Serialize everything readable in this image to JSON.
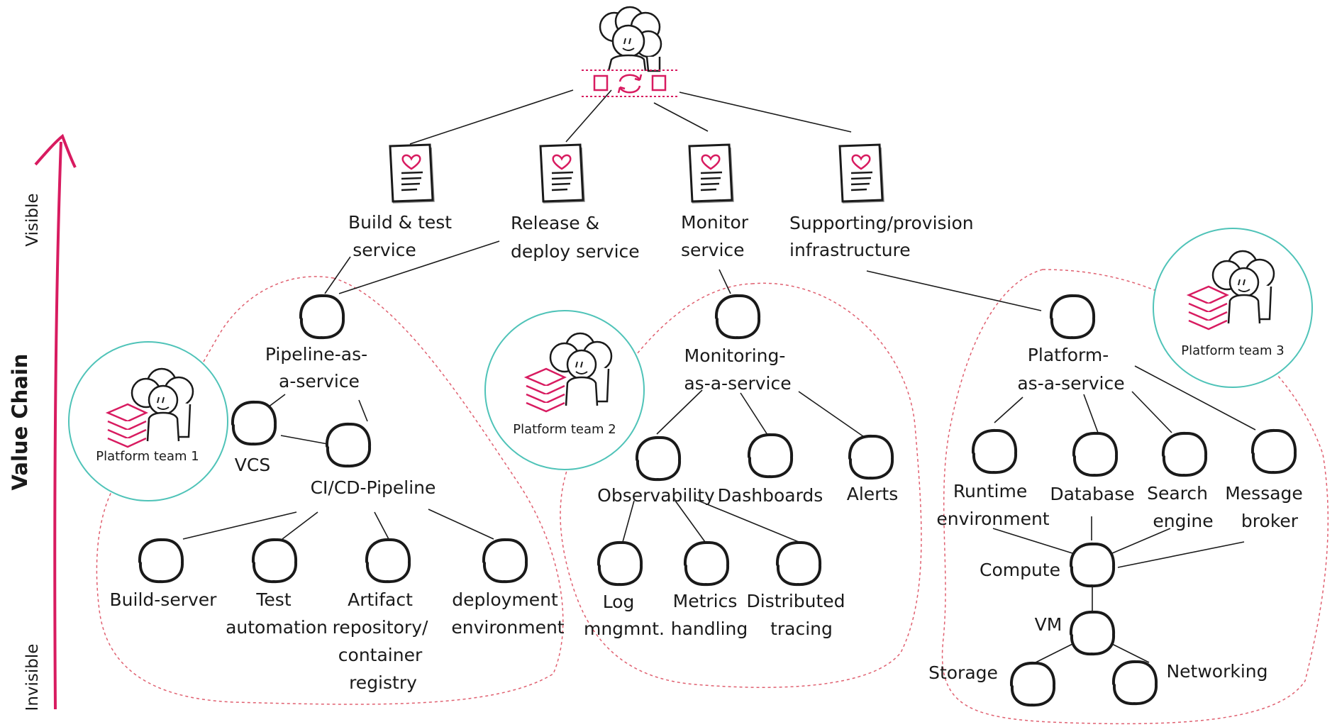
{
  "axis": {
    "title": "Value Chain",
    "top_label": "Visible",
    "bottom_label": "Invisible",
    "color": "#d81b60"
  },
  "colors": {
    "accent": "#d81b60",
    "team_circle": "#4fc3b8",
    "ink": "#1a1a1a"
  },
  "services": [
    {
      "lines": [
        "Build & test",
        "service"
      ]
    },
    {
      "lines": [
        "Release &",
        "deploy service"
      ]
    },
    {
      "lines": [
        "Monitor",
        "service"
      ]
    },
    {
      "lines": [
        "Supporting/provision",
        "infrastructure"
      ]
    }
  ],
  "teams": [
    {
      "label": "Platform team 1"
    },
    {
      "label": "Platform team 2"
    },
    {
      "label": "Platform team 3"
    }
  ],
  "nodes": {
    "pipeline_service": {
      "lines": [
        "Pipeline-as-",
        "a-service"
      ]
    },
    "vcs": {
      "lines": [
        "VCS"
      ]
    },
    "cicd": {
      "lines": [
        "CI/CD-Pipeline"
      ]
    },
    "build_server": {
      "lines": [
        "Build-server"
      ]
    },
    "test_automation": {
      "lines": [
        "Test",
        "automation"
      ]
    },
    "artifact_repo": {
      "lines": [
        "Artifact",
        "repository/",
        "container",
        "registry"
      ]
    },
    "deploy_env": {
      "lines": [
        "deployment",
        "environment"
      ]
    },
    "monitoring_service": {
      "lines": [
        "Monitoring-",
        "as-a-service"
      ]
    },
    "observability": {
      "lines": [
        "Observability"
      ]
    },
    "dashboards": {
      "lines": [
        "Dashboards"
      ]
    },
    "alerts": {
      "lines": [
        "Alerts"
      ]
    },
    "log_mgmt": {
      "lines": [
        "Log",
        "mngmnt."
      ]
    },
    "metrics": {
      "lines": [
        "Metrics",
        "handling"
      ]
    },
    "tracing": {
      "lines": [
        "Distributed",
        "tracing"
      ]
    },
    "platform_service": {
      "lines": [
        "Platform-",
        "as-a-service"
      ]
    },
    "runtime": {
      "lines": [
        "Runtime",
        "environment"
      ]
    },
    "database": {
      "lines": [
        "Database"
      ]
    },
    "search": {
      "lines": [
        "Search",
        "engine"
      ]
    },
    "broker": {
      "lines": [
        "Message",
        "broker"
      ]
    },
    "compute": {
      "lines": [
        "Compute"
      ]
    },
    "vm": {
      "lines": [
        "VM"
      ]
    },
    "storage": {
      "lines": [
        "Storage"
      ]
    },
    "networking": {
      "lines": [
        "Networking"
      ]
    }
  }
}
